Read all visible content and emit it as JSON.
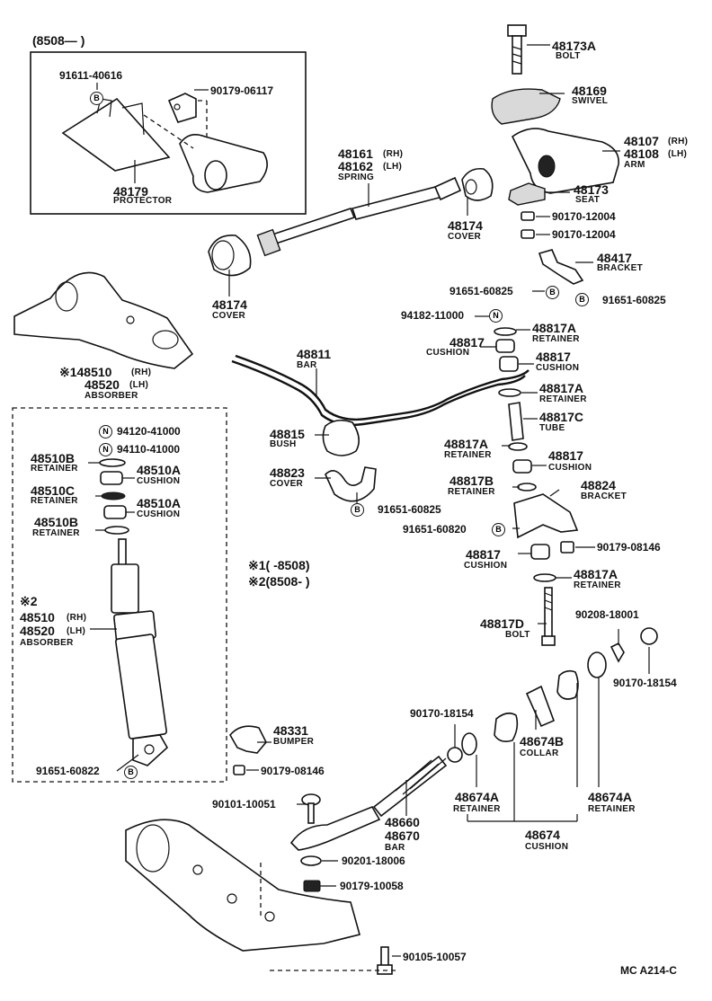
{
  "inset_header": "(8508—      )",
  "inset": {
    "protector_bolt": "91611-40616",
    "protector_nut": "90179-06117",
    "protector_pn": "48179",
    "protector_name": "PROTECTOR"
  },
  "top_group": {
    "bolt_pn": "48173A",
    "bolt_name": "BOLT",
    "swivel_pn": "48169",
    "swivel_name": "SWIVEL",
    "arm_pn_rh": "48107",
    "arm_pn_lh": "48108",
    "rh": "(RH)",
    "lh": "(LH)",
    "arm_name": "ARM",
    "seat_pn": "48173",
    "seat_name": "SEAT",
    "nut1": "90170-12004",
    "nut2": "90170-12004",
    "bracket_pn": "48417",
    "bracket_name": "BRACKET",
    "bolt_a": "91651-60825",
    "bolt_b": "91651-60825",
    "spring_pn_rh": "48161",
    "spring_pn_lh": "48162",
    "spring_name": "SPRING",
    "cover_right_pn": "48174",
    "cover_right_name": "COVER",
    "cover_left_pn": "48174",
    "cover_left_name": "COVER"
  },
  "stabilizer": {
    "nut": "94182-11000",
    "retainer_a1_pn": "48817A",
    "retainer_name": "RETAINER",
    "cushion1_pn": "48817",
    "cushion_name": "CUSHION",
    "cushion2_pn": "48817",
    "retainer_a2_pn": "48817A",
    "tube_pn": "48817C",
    "tube_name": "TUBE",
    "retainer_a3_pn": "48817A",
    "cushion3_pn": "48817",
    "retainer_b_pn": "48817B",
    "bracket_pn": "48824",
    "bracket_name": "BRACKET",
    "bracket_bolt": "91651-60820",
    "cushion4_pn": "48817",
    "nut2": "90179-08146",
    "retainer_a4_pn": "48817A",
    "bolt_d_pn": "48817D",
    "bolt_name": "BOLT",
    "bar_pn": "48811",
    "bar_name": "BAR",
    "bush_pn": "48815",
    "bush_name": "BUSH",
    "cover_pn": "48823",
    "cover_name": "COVER",
    "cover_bolt": "91651-60825"
  },
  "notes": {
    "note1": "※1(     -8508)",
    "note2": "※2(8508-        )"
  },
  "absorber": {
    "header_pn_rh": "※148510",
    "header_pn_lh": "48520",
    "rh": "(RH)",
    "lh": "(LH)",
    "name": "ABSORBER",
    "nut1": "94120-41000",
    "nut2": "94110-41000",
    "retainer_b1_pn": "48510B",
    "retainer_name": "RETAINER",
    "cushion1_pn": "48510A",
    "cushion_name": "CUSHION",
    "retainer_c_pn": "48510C",
    "cushion2_pn": "48510A",
    "retainer_b2_pn": "48510B",
    "mark2": "※2",
    "pn_rh": "48510",
    "pn_lh": "48520",
    "bottom_bolt": "91651-60822"
  },
  "lower": {
    "bumper_pn": "48331",
    "bumper_name": "BUMPER",
    "bumper_nut": "90179-08146",
    "washer1": "90208-18001",
    "nut_right": "90170-18154",
    "nut_left": "90170-18154",
    "collar_pn": "48674B",
    "collar_name": "COLLAR",
    "retainer_left_pn": "48674A",
    "retainer_right_pn": "48674A",
    "retainer_name": "RETAINER",
    "cushion_pn": "48674",
    "cushion_name": "CUSHION",
    "bar_pn_rh": "48660",
    "bar_pn_lh": "48670",
    "bar_name": "BAR",
    "bolt1": "90101-10051",
    "washer2": "90201-18006",
    "nut3": "90179-10058",
    "bolt2": "90105-10057"
  },
  "markers": {
    "B": "B",
    "N": "N"
  },
  "footer": "MC  A214-C"
}
